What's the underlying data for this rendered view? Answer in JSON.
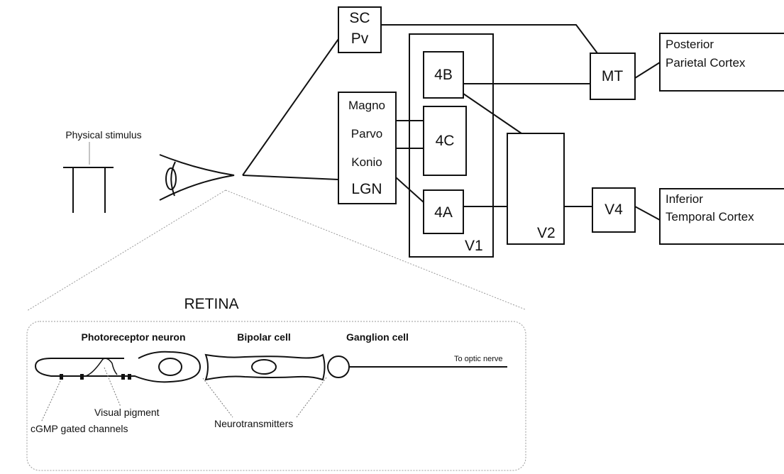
{
  "stimulus": {
    "label": "Physical stimulus"
  },
  "sc": {
    "line1": "SC",
    "line2": "Pv"
  },
  "lgn": {
    "magno": "Magno",
    "parvo": "Parvo",
    "konio": "Konio",
    "label": "LGN"
  },
  "v1": {
    "label": "V1",
    "layer_4b": "4B",
    "layer_4c": "4C",
    "layer_4a": "4A"
  },
  "v2": {
    "label": "V2"
  },
  "mt": {
    "label": "MT"
  },
  "v4": {
    "label": "V4"
  },
  "parietal": {
    "line1": "Posterior",
    "line2": "Parietal Cortex"
  },
  "temporal": {
    "line1": "Inferior",
    "line2": "Temporal Cortex"
  },
  "retina": {
    "title": "RETINA",
    "photoreceptor": "Photoreceptor neuron",
    "bipolar": "Bipolar cell",
    "ganglion": "Ganglion cell",
    "optic_nerve": "To optic nerve",
    "visual_pigment": "Visual pigment",
    "cgmp": "cGMP gated channels",
    "neurotransmitters": "Neurotransmitters"
  }
}
